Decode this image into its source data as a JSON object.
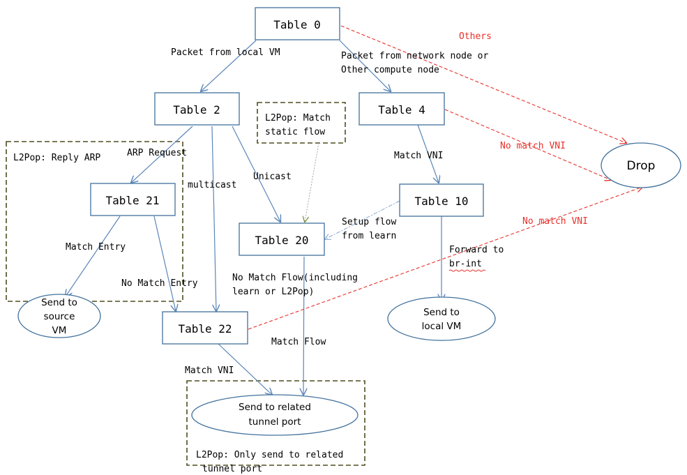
{
  "nodes": {
    "table0": "Table 0",
    "table2": "Table 2",
    "table4": "Table 4",
    "table10": "Table 10",
    "table20": "Table 20",
    "table21": "Table 21",
    "table22": "Table 22",
    "drop": "Drop",
    "send_source_vm": [
      "Send to",
      "source",
      "VM"
    ],
    "send_local_vm": [
      "Send to",
      "local VM"
    ],
    "send_tunnel": [
      "Send to related",
      "tunnel port"
    ]
  },
  "groups": {
    "reply_arp": "L2Pop: Reply ARP",
    "static_flow": [
      "L2Pop: Match",
      "static flow"
    ],
    "only_send": [
      "L2Pop: Only send to related",
      "tunnel port"
    ]
  },
  "edge_labels": {
    "packet_local_vm": "Packet from local VM",
    "packet_network": [
      "Packet from network node or",
      "Other compute node"
    ],
    "others": "Others",
    "arp_request": "ARP Request",
    "multicast": "multicast",
    "unicast": "Unicast",
    "match_vni_t4": "Match VNI",
    "no_match_vni_t4": "No match VNI",
    "no_match_vni_t22": "No match VNI",
    "setup_flow": [
      "Setup flow",
      "from learn"
    ],
    "match_entry": "Match Entry",
    "no_match_entry": "No Match Entry",
    "no_match_flow": [
      "No Match Flow(including",
      "learn or L2Pop)"
    ],
    "match_flow": "Match Flow",
    "forward_to": [
      "Forward to",
      "br-int"
    ],
    "match_vni_t22": "Match VNI"
  },
  "colors": {
    "node_border": "#41719c",
    "edge": "#5b86b8",
    "drop_edge": "#e8302a",
    "group_border": "#4d4d1f"
  }
}
